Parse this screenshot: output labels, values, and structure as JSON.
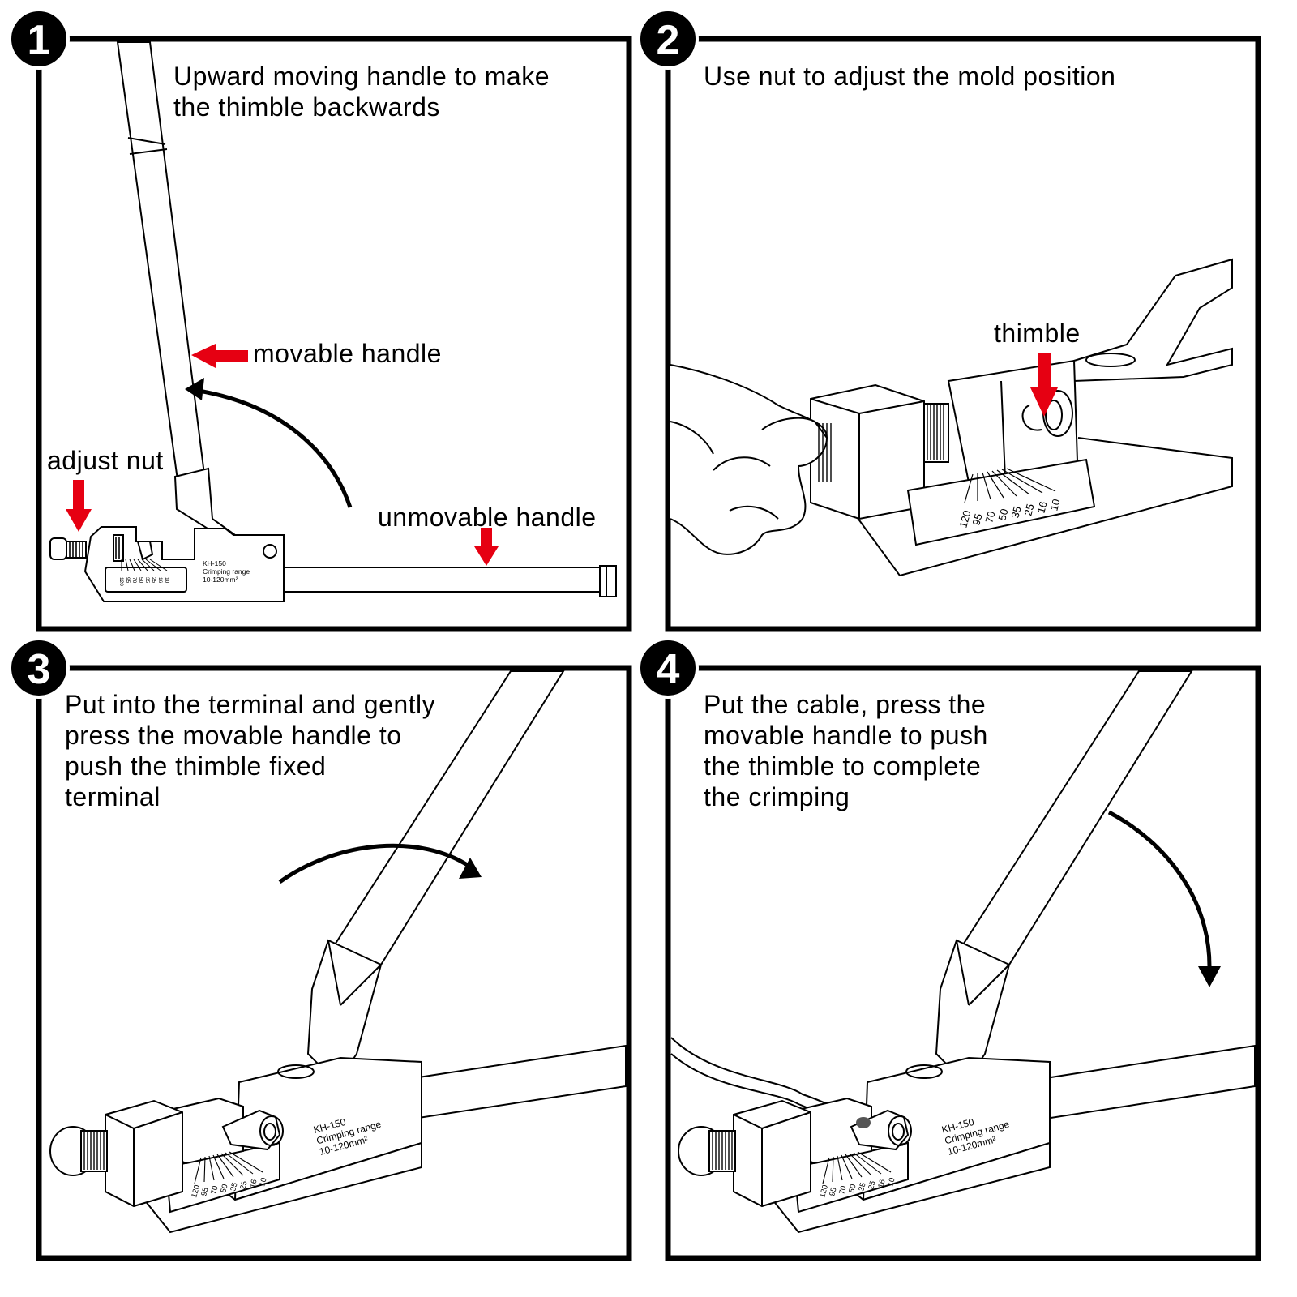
{
  "panels": [
    {
      "step": "1",
      "caption_lines": [
        "Upward moving handle to make",
        "the thimble backwards"
      ],
      "labels": {
        "movable_handle": "movable handle",
        "adjust_nut": "adjust nut",
        "unmovable_handle": "unmovable handle"
      },
      "tool": {
        "model": "KH-150",
        "range_label": "Crimping range",
        "range": "10-120mm²",
        "scale": [
          "120",
          "95",
          "70",
          "50",
          "35",
          "25",
          "16",
          "10"
        ]
      }
    },
    {
      "step": "2",
      "caption_lines": [
        "Use nut to adjust the mold position"
      ],
      "labels": {
        "thimble": "thimble"
      },
      "tool": {
        "scale": [
          "120",
          "95",
          "70",
          "50",
          "35",
          "25",
          "16",
          "10"
        ]
      }
    },
    {
      "step": "3",
      "caption_lines": [
        "Put into the terminal and gently",
        "press the movable handle to",
        "push the thimble fixed",
        "terminal"
      ],
      "tool": {
        "model": "KH-150",
        "range_label": "Crimping range",
        "range": "10-120mm²",
        "scale": [
          "120",
          "95",
          "70",
          "50",
          "35",
          "25",
          "16",
          "10"
        ]
      }
    },
    {
      "step": "4",
      "caption_lines": [
        "Put the cable, press the",
        "movable handle to push",
        "the thimble to complete",
        "the crimping"
      ],
      "tool": {
        "model": "KH-150",
        "range_label": "Crimping range",
        "range": "10-120mm²",
        "scale": [
          "120",
          "95",
          "70",
          "50",
          "35",
          "25",
          "16",
          "10"
        ]
      }
    }
  ],
  "colors": {
    "ink": "#000000",
    "arrow_red": "#e60012",
    "paper": "#ffffff"
  }
}
